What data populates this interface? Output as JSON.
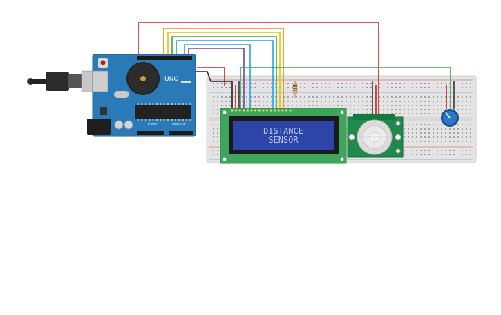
{
  "lcd": {
    "line1": "DISTANCE",
    "line2": "SENSOR"
  },
  "arduino": {
    "model": "UNO",
    "power_header": "POWER",
    "analog_header": "ANALOG IN"
  },
  "colors": {
    "board": "#2b7ab8",
    "breadboard": "#e4e4e4",
    "lcd_pcb": "#3ea55b",
    "lcd_screen": "#2d45a8",
    "lcd_text": "#b9c6ff",
    "pir_pcb": "#1f8a4a",
    "pot": "#2c77c9",
    "buzzer": "#222222",
    "wire_red": "#d21f1f",
    "wire_orange": "#f08a00",
    "wire_yellow": "#e8c200",
    "wire_green": "#37a844",
    "wire_cyan": "#23a6d8",
    "wire_purple": "#7a3fa3",
    "wire_black": "#222222"
  },
  "icons": [
    "usb-cable-icon",
    "power-jack-icon",
    "buzzer-icon",
    "potentiometer-icon",
    "pir-dome-icon",
    "resistor-icon"
  ]
}
